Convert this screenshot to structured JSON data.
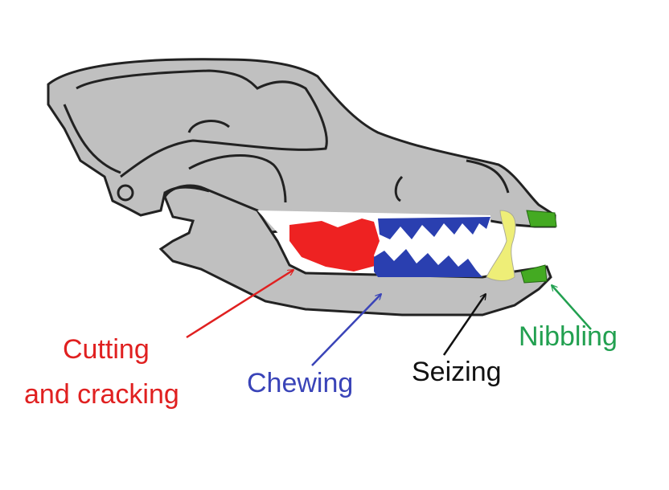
{
  "labels": {
    "cutting": "Cutting",
    "cracking": "and cracking",
    "chewing": "Chewing",
    "seizing": "Seizing",
    "nibbling": "Nibbling"
  },
  "colors": {
    "skull": "#c0c0c0",
    "outline": "#222222",
    "carnassials": "#ee2222",
    "molars": "#2a3fb0",
    "canines": "#eeee77",
    "incisors": "#44aa22",
    "cutting_label": "#e02020",
    "chewing_label": "#3a44b8",
    "seizing_label": "#111111",
    "nibbling_label": "#22a050"
  }
}
